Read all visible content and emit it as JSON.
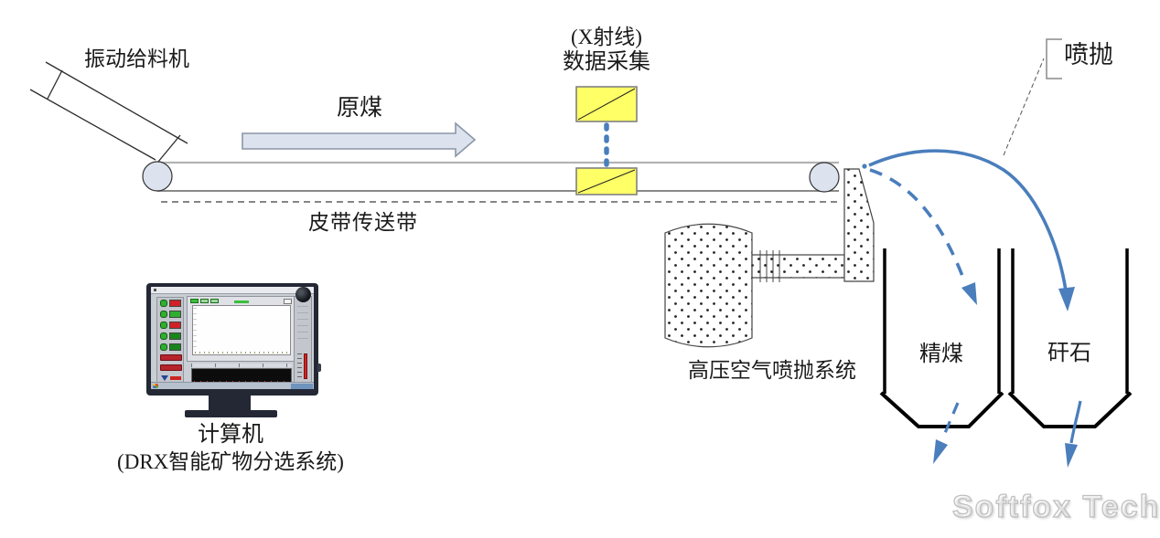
{
  "diagram": {
    "feeder_label": "振动给料机",
    "raw_coal_label": "原煤",
    "xray_label_line1": "(X射线)",
    "xray_label_line2": "数据采集",
    "eject_label": "喷抛",
    "belt_label": "皮带传送带",
    "air_system_label": "高压空气喷抛系统",
    "clean_coal_label": "精煤",
    "gangue_label": "矸石",
    "computer_label": "计算机",
    "computer_sub_label": "(DRX智能矿物分选系统)"
  },
  "watermark": "Softfox Tech",
  "colors": {
    "flow_blue": "#4a7ebc",
    "xray_yellow": "#ffff66",
    "shape_fill": "#dce3ef",
    "line_gray": "#8a8a8a",
    "bin_black": "#000000",
    "monitor_bezel": "#232834",
    "button_green": "#2fae2f",
    "button_red": "#b7232b",
    "watermark_outline": "#bfbfbf"
  },
  "icons": {
    "xray_source_box": "yellow rectangle with diagonal slash",
    "xray_beam": "thick blue dashed vertical line",
    "air_tank": "dotted barrel",
    "air_duct": "dotted pipe with flange ticks",
    "ejector_nozzle": "dotted plate at belt end",
    "trajectory_solid": "solid blue curved arrow",
    "trajectory_dashed": "dashed blue curved arrow"
  }
}
